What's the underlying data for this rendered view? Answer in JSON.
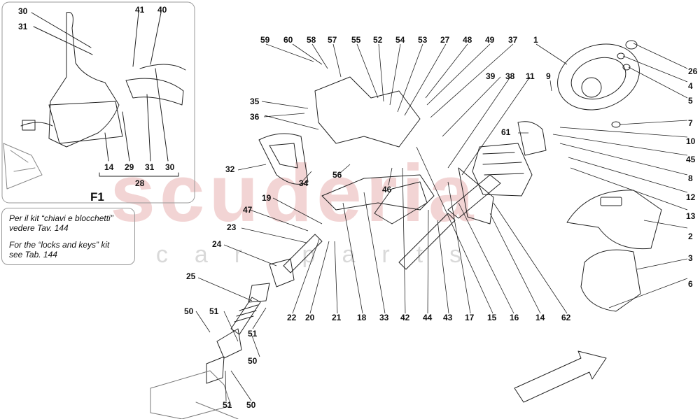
{
  "watermark": {
    "brand": "scuderia",
    "sub": "car parts"
  },
  "note": {
    "it_line1": "Per il kit “chiavi e blocchetti”",
    "it_line2": "vedere Tav. 144",
    "en_line1": "For the “locks and keys” kit",
    "en_line2": "see Tab. 144"
  },
  "inset": {
    "caption": "F1",
    "group_label": "28",
    "labels": [
      "30",
      "31",
      "41",
      "40",
      "14",
      "29",
      "31",
      "30"
    ]
  },
  "callouts": {
    "top": [
      "59",
      "60",
      "58",
      "57",
      "55",
      "52",
      "54",
      "53",
      "27",
      "48",
      "49",
      "37",
      "1"
    ],
    "right": [
      "26",
      "4",
      "5",
      "7",
      "10",
      "45",
      "8",
      "12",
      "13",
      "2",
      "3",
      "6"
    ],
    "bottom": [
      "22",
      "20",
      "21",
      "18",
      "33",
      "42",
      "44",
      "43",
      "17",
      "15",
      "16",
      "14",
      "62"
    ],
    "middle": [
      "39",
      "38",
      "11",
      "9",
      "61",
      "35",
      "36",
      "32",
      "34",
      "56",
      "46",
      "19",
      "47",
      "23",
      "24",
      "25",
      "50",
      "51",
      "51",
      "50",
      "51",
      "50"
    ]
  }
}
